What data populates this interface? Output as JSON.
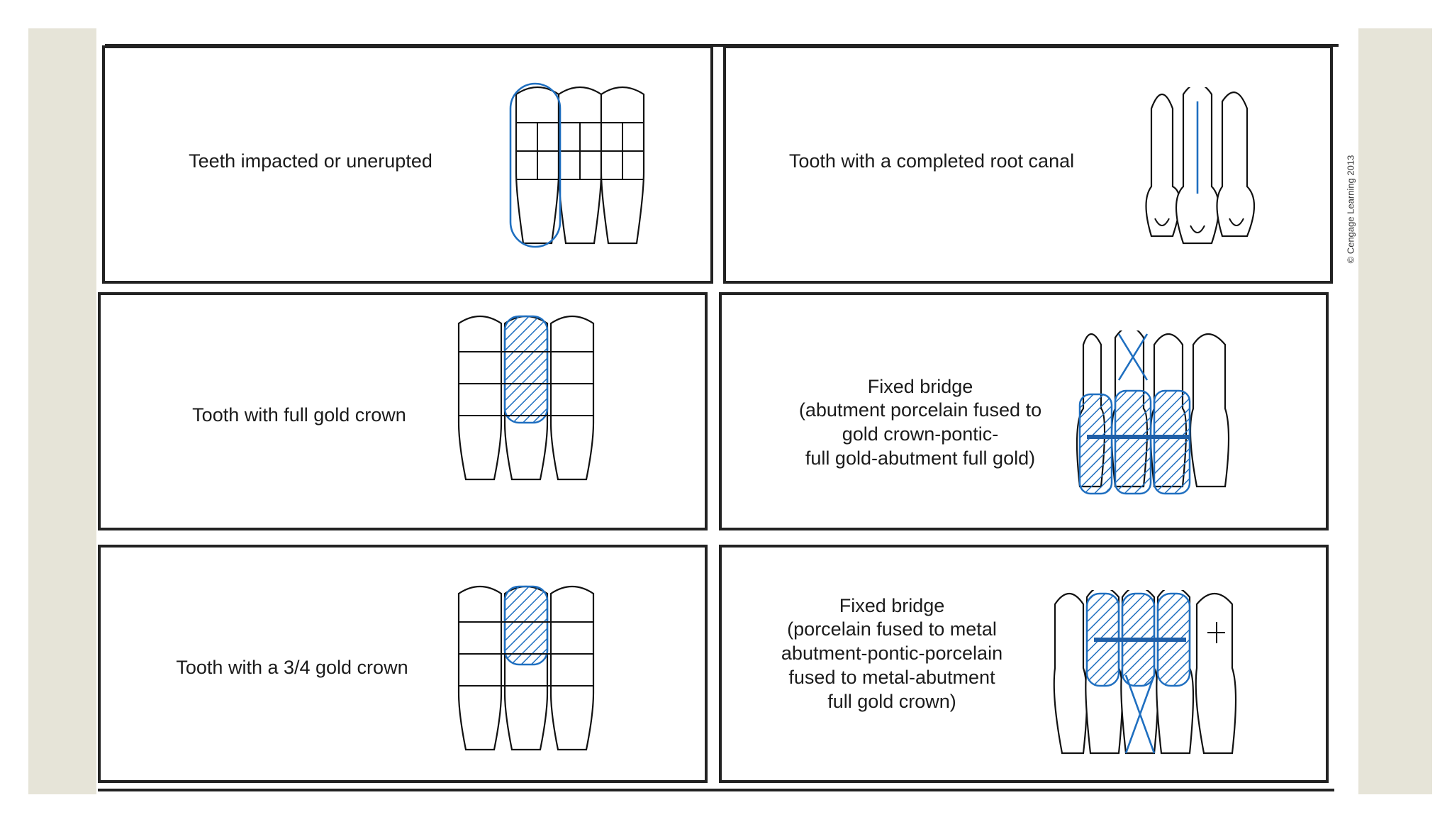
{
  "panels": [
    {
      "id": "impacted",
      "label_lines": [
        "Teeth impacted or unerupted"
      ]
    },
    {
      "id": "root-canal",
      "label_lines": [
        "Tooth with a completed root canal"
      ]
    },
    {
      "id": "full-gold-crown",
      "label_lines": [
        "Tooth with full gold crown"
      ]
    },
    {
      "id": "fixed-bridge-gold",
      "label_lines": [
        "Fixed bridge",
        "(abutment porcelain fused to",
        "gold crown-pontic-",
        "full gold-abutment full gold)"
      ]
    },
    {
      "id": "three-quarter-crown",
      "label_lines": [
        "Tooth with a 3/4 gold crown"
      ]
    },
    {
      "id": "fixed-bridge-pfm",
      "label_lines": [
        "Fixed bridge",
        "(porcelain fused to metal",
        "abutment-pontic-porcelain",
        "fused to metal-abutment",
        "full gold crown)"
      ]
    }
  ],
  "copyright": "© Cengage Learning 2013",
  "colors": {
    "marking_blue": "#1f6fc0",
    "outline": "#111111",
    "frame": "#e6e4d8"
  }
}
